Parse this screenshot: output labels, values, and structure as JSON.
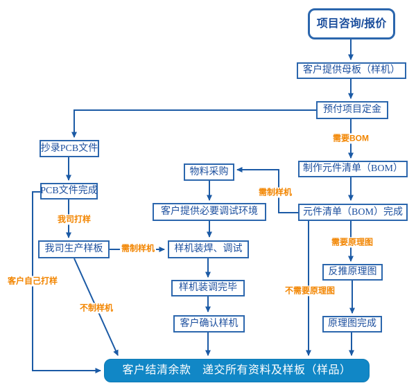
{
  "flowchart": {
    "nodes": {
      "consult": {
        "label": "项目咨询/报价"
      },
      "motherboard": {
        "label": "客户提供母板（样机）"
      },
      "deposit": {
        "label": "预付项目定金"
      },
      "copy_pcb": {
        "label": "抄录PCB文件"
      },
      "pcb_done": {
        "label": "PCB文件完成"
      },
      "produce_sample": {
        "label": "我司生产样板"
      },
      "material": {
        "label": "物料采购"
      },
      "debug_env": {
        "label": "客户提供必要调试环境"
      },
      "assemble_debug": {
        "label": "样机装焊、调试"
      },
      "assemble_done": {
        "label": "样机装调完毕"
      },
      "confirm_sample": {
        "label": "客户确认样机"
      },
      "make_bom": {
        "label": "制作元件清单（BOM）"
      },
      "bom_done": {
        "label": "元件清单（BOM）完成"
      },
      "reverse_schem": {
        "label": "反推原理图"
      },
      "schem_done": {
        "label": "原理图完成"
      },
      "final": {
        "label": "客户结清余款　递交所有资料及样板（样品）"
      }
    },
    "edge_labels": {
      "need_bom": "需要BOM",
      "our_prototype": "我司打样",
      "customer_prototype": "客户自己打样",
      "need_sample_left": "需制样机",
      "no_sample": "不制样机",
      "need_sample_right": "需制样机",
      "need_schematic": "需要原理图",
      "no_schematic": "不需要原理图"
    },
    "colors": {
      "line": "#1b5aa5",
      "box_border": "#2b66ad",
      "box_text": "#1c4f9e",
      "label_orange": "#f28500",
      "final_fill": "#1187c6",
      "final_text": "#ffffff"
    }
  }
}
